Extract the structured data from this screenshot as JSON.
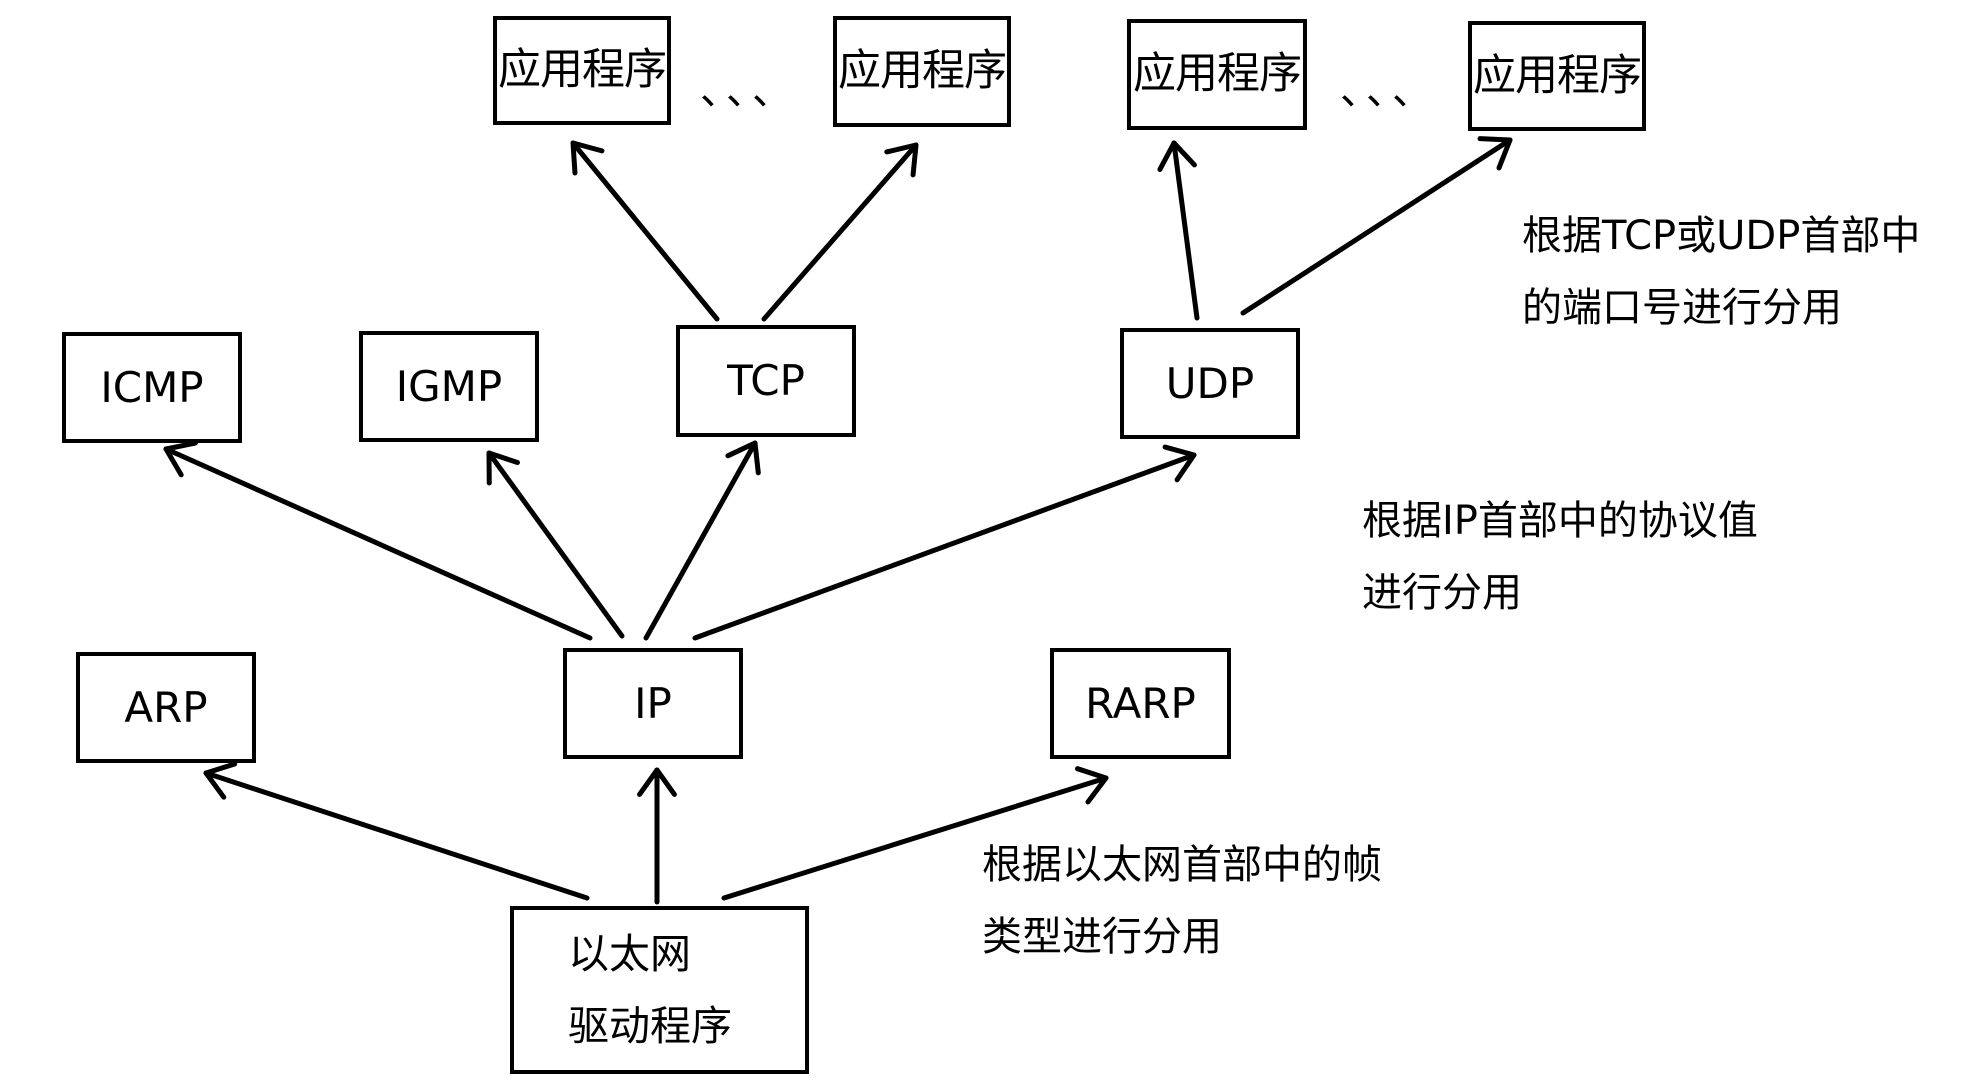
{
  "nodes": {
    "app1": "应用程序",
    "app2": "应用程序",
    "app3": "应用程序",
    "app4": "应用程序",
    "ellipsis_left": "、、、",
    "ellipsis_right": "、、、",
    "icmp": "ICMP",
    "igmp": "IGMP",
    "tcp": "TCP",
    "udp": "UDP",
    "arp": "ARP",
    "ip": "IP",
    "rarp": "RARP",
    "ethernet_line1": "以太网",
    "ethernet_line2": "驱动程序"
  },
  "notes": {
    "port_line1": "根据TCP或UDP首部中",
    "port_line2": "的端口号进行分用",
    "protocol_line1": "根据IP首部中的协议值",
    "protocol_line2": "进行分用",
    "frame_line1": "根据以太网首部中的帧",
    "frame_line2": "类型进行分用"
  },
  "style": {
    "stroke_color": "#000000",
    "background_color": "#ffffff"
  }
}
